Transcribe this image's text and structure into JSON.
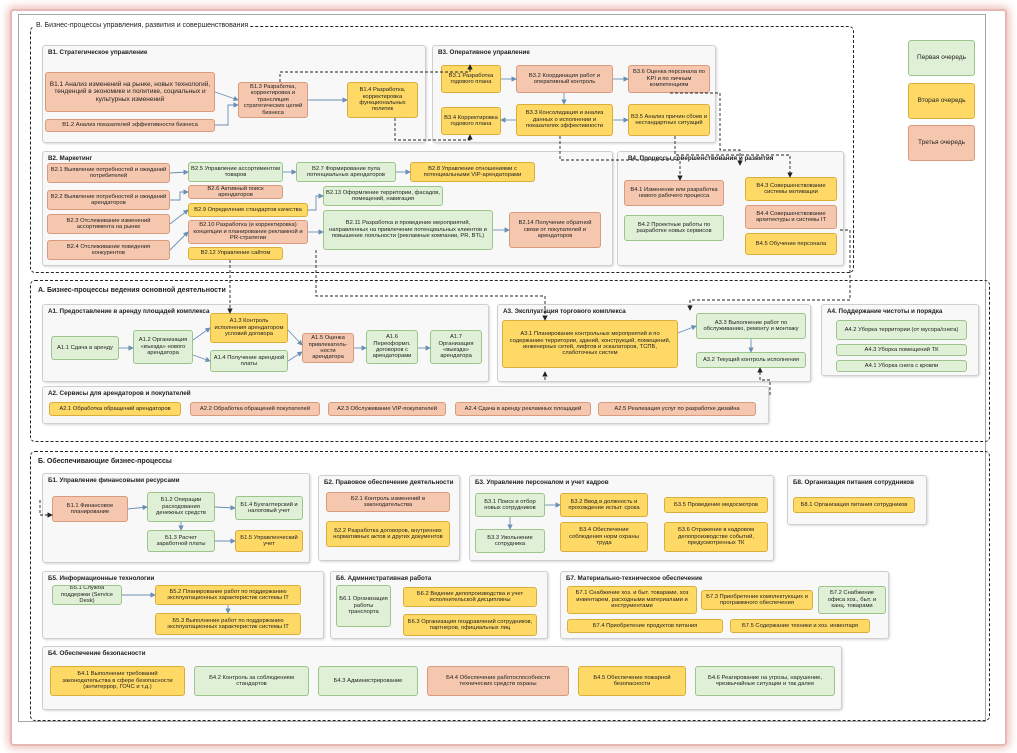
{
  "colors": {
    "green": "#dff0d6",
    "yellow": "#ffd966",
    "orange": "#f5c7ae",
    "border": "#222222"
  },
  "legend": {
    "first": "Первая очередь",
    "second": "Вторая очередь",
    "third": "Третья очередь"
  },
  "sections": {
    "V": "В. Бизнес-процессы управления, развития и совершенствования",
    "A": "А. Бизнес-процессы ведения основной деятельности",
    "B": "Б. Обеспечивающие бизнес-процессы"
  },
  "groups": {
    "v1": "В1. Стратегическое управление",
    "v2": "В2. Маркетинг",
    "v3": "В3. Оперативное управление",
    "v4": "В4. Процессы совершенствования и развития",
    "a1": "А1. Предоставление в аренду площадей комплекса",
    "a2": "А2. Сервисы для арендаторов и покупателей",
    "a3": "А3. Эксплуатация торгового комплекса",
    "a4": "А4. Поддержание чистоты и порядка",
    "b1": "Б1. Управление финансовыми ресурсами",
    "b2": "Б2. Правовое обеспечение деятельности",
    "b3": "Б3. Управление персоналом и учет кадров",
    "b4": "Б4. Обеспечение безопасности",
    "b5": "Б5. Информационные технологии",
    "b6": "Б6. Административная работа",
    "b7": "Б7. Материально-техническое обеспечение",
    "b8": "Б8. Организация питания сотрудников"
  },
  "boxes": {
    "v11": "В1.1 Анализ изменений на рынке, новых технологий, тенденций в экономике и политике, социальных и культурных изменений",
    "v12": "В1.2 Анализ показателей эффективности бизнеса",
    "v13": "В1.3 Разработка, корректировка и трансляция стратегических целей бизнеса",
    "v14": "В1.4 Разработка, корректировка функциональных политик",
    "v31": "В3.1 Разработка годового плана",
    "v32": "В3.2 Координация работ и оперативный контроль",
    "v33": "В3.3 Консолидация и анализ данных о исполнении и показателях эффективности",
    "v34": "В3.4 Корректировка годового плана",
    "v35": "В3.5 Анализ причин сбоев и нестандартных ситуаций",
    "v36": "В3.6 Оценка персонала по KPI и по личным компетенциям",
    "v21": "В2.1 Выявление потребностей и ожиданий потребителей",
    "v22": "В2.2 Выявление потребностей и ожиданий арендаторов",
    "v23": "В2.3 Отслеживание изменений ассортимента на рынке",
    "v24": "В2.4 Отслеживание поведения конкурентов",
    "v25": "В2.5 Управление ассортиментом товаров",
    "v26": "В2.6 Активный поиск арендаторов",
    "v27": "В2.7 Формирование пула потенциальных арендаторов",
    "v28": "В2.8 Управление отношениями с потенциальными VIP-арендаторами",
    "v29": "В2.9 Определение стандартов качества",
    "v210": "В2.10 Разработка (и корректировка) концепции и планирование рекламной и PR-стратегии",
    "v211": "В2.11 Разработка и проведение мероприятий, направленных на привлечение потенциальных клиентов и повышение лояльности (рекламные компании, PR, BTL)",
    "v212": "В2.12 Управление сайтом",
    "v213": "В2.13 Оформление территории, фасадов, помещений, навигация",
    "v214": "В2.14 Получение обратной связи от покупателей и арендаторов",
    "v41": "В4.1 Изменение или разработка нового рабочего процесса",
    "v42": "В4.2 Проектные работы по разработке новых сервисов",
    "v43": "В4.3 Совершенствование системы мотивации",
    "v44": "В4.4 Совершенствование архитектуры и системы IT",
    "v45": "В4.5 Обучение персонала",
    "a11": "А1.1 Сдача в аренду",
    "a12": "А1.2 Организация «въезда» нового арендатора",
    "a13": "А1.3 Контроль исполнения арендатором условий договора",
    "a14": "А1.4 Получение арендной платы",
    "a15": "А1.5 Оценка привлекатель-ности арендатора",
    "a16": "А1.6 Переоформл. договоров с арендаторами",
    "a17": "А1.7 Организация «выезда» арендатора",
    "a21": "А2.1 Обработка обращений арендаторов",
    "a22": "А2.2 Обработка обращений покупателей",
    "a23": "А2.3 Обслуживание VIP-покупателей",
    "a24": "А2.4 Сдача в аренду рекламных площадей",
    "a25": "А2.5 Реализация услуг по разработке дизайна",
    "a31": "А3.1 Планирование контрольных мероприятий и по содержанию территории, зданий, конструкций, помещений, инженерных сетей, лифтов и эскалаторов, ТСПБ, слаботочных систем",
    "a32": "А3.2 Текущий контроль исполнения",
    "a33": "А3.3 Выполнение работ по обслуживанию, ремонту и монтажу",
    "a42": "А4.2 Уборка территории (от мусора/снега)",
    "a43": "А4.3 Уборка помещений ТК",
    "a41": "А4.1 Уборка снега с кровли",
    "b11": "Б1.1 Финансовое планирование",
    "b12": "Б1.2 Операции расходования денежных средств",
    "b13": "Б1.3 Расчет заработной платы",
    "b14": "Б1.4 Бухгалтерский и налоговый учет",
    "b15": "Б1.5 Управленческий учет",
    "b21": "Б2.1 Контроль изменений в законодательства",
    "b22": "Б2.2 Разработка договоров, внутренних нормативных актов и других документов",
    "b31": "Б3.1 Поиск и отбор новых сотрудников",
    "b32": "Б3.2 Ввод в должность и прохождение испыт. срока",
    "b33": "Б3.3 Увольнение сотрудника",
    "b34": "Б3.4 Обеспечение соблюдения норм охраны труда",
    "b35": "Б3.5 Проведение медосмотров",
    "b36": "Б3.6 Отражение в кадровом делопроизводстве событий, предусмотренных ТК",
    "b81": "Б8.1 Организация питания сотрудников",
    "b51": "Б5.1 Служба поддержки (Service Desk)",
    "b52": "Б5.2 Планирование работ по поддержанию эксплуатационных характеристик системы IT",
    "b53": "Б5.3 Выполнение работ по поддержанию эксплуатационных характеристик системы IT",
    "b61": "Б6.1 Организация работы транспорта",
    "b62": "Б6.2 Ведение делопроизводства и учет исполнительской дисциплины",
    "b63": "Б6.3 Организация поздравлений сотрудников, партнеров, официальных лиц",
    "b71": "Б7.1 Снабжение хоз. и быт. товарами, хоз инвентарем, расходными материалами и инструментами",
    "b72": "Б7.2 Снабжение офиса хоз., быт. и канц. товарами",
    "b73": "Б7.3 Приобретение комплектующих и программного обеспечения",
    "b74": "Б7.4 Приобретение продуктов питания",
    "b75": "Б7.5 Содержание техники и хоз. инвентаря",
    "b41": "Б4.1 Выполнение требований законодательства в сфере безопасности (антитеррор, ГОЧС и т.д.)",
    "b42": "Б4.2 Контроль за соблюдением стандартов",
    "b43": "Б4.3 Администрирование",
    "b44": "Б4.4 Обеспечение работоспособности технических средств охраны",
    "b45": "Б4.5 Обеспечение пожарной безопасности",
    "b46": "Б4.6 Реагирование на угрозы, нарушение, чрезвычайные ситуации и так далее"
  }
}
